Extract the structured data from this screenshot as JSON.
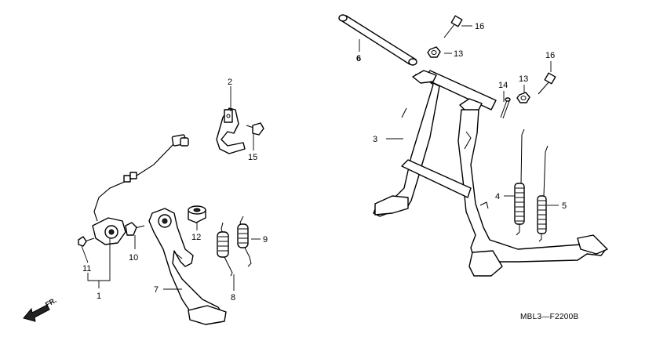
{
  "diagram": {
    "callouts": [
      {
        "id": "c1",
        "label": "1"
      },
      {
        "id": "c2",
        "label": "2"
      },
      {
        "id": "c3",
        "label": "3"
      },
      {
        "id": "c4",
        "label": "4"
      },
      {
        "id": "c5",
        "label": "5"
      },
      {
        "id": "c6",
        "label": "6"
      },
      {
        "id": "c7",
        "label": "7"
      },
      {
        "id": "c8",
        "label": "8"
      },
      {
        "id": "c9",
        "label": "9"
      },
      {
        "id": "c10",
        "label": "10"
      },
      {
        "id": "c11",
        "label": "11"
      },
      {
        "id": "c12",
        "label": "12"
      },
      {
        "id": "c13a",
        "label": "13"
      },
      {
        "id": "c13b",
        "label": "13"
      },
      {
        "id": "c14",
        "label": "14"
      },
      {
        "id": "c15",
        "label": "15"
      },
      {
        "id": "c16a",
        "label": "16"
      },
      {
        "id": "c16b",
        "label": "16"
      }
    ],
    "direction_label": "FR.",
    "diagram_code": "MBL3—F2200B"
  }
}
